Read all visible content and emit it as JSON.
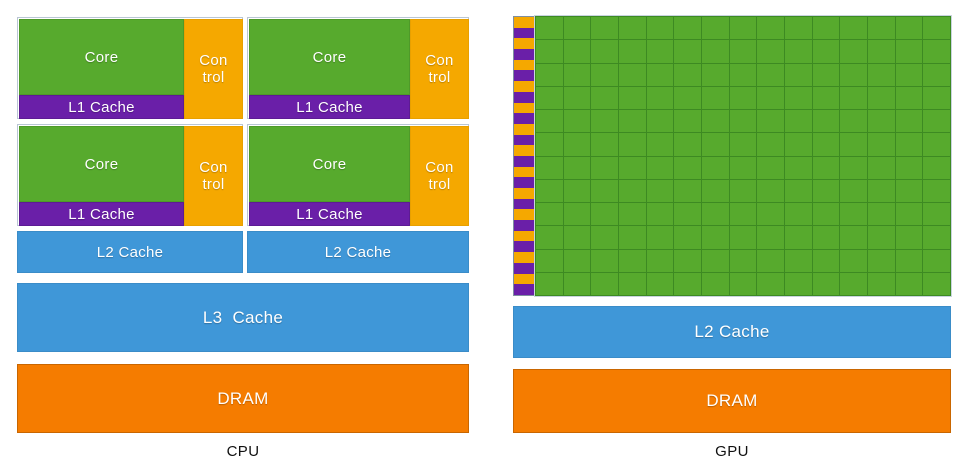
{
  "diagram": {
    "title_cpu": "CPU",
    "title_gpu": "GPU",
    "colors": {
      "core_green": "#57aa2d",
      "control_orange": "#f5a800",
      "l1_purple": "#6a1fa8",
      "cache_blue": "#3f97d8",
      "dram_orange": "#f57c00",
      "background": "#ffffff",
      "caption_text": "#111111"
    }
  },
  "cpu": {
    "caption": "CPU",
    "core_groups": [
      {
        "core_label": "Core",
        "control_label": "Con\ntrol",
        "l1_label": "L1 Cache"
      },
      {
        "core_label": "Core",
        "control_label": "Con\ntrol",
        "l1_label": "L1 Cache"
      },
      {
        "core_label": "Core",
        "control_label": "Con\ntrol",
        "l1_label": "L1 Cache"
      },
      {
        "core_label": "Core",
        "control_label": "Con\ntrol",
        "l1_label": "L1 Cache"
      }
    ],
    "l2_caches": [
      {
        "label": "L2 Cache"
      },
      {
        "label": "L2 Cache"
      }
    ],
    "l3_cache": {
      "label": "L3  Cache"
    },
    "dram": {
      "label": "DRAM"
    }
  },
  "gpu": {
    "caption": "GPU",
    "core_grid": {
      "columns": 15,
      "rows": 12,
      "total_cells": 180,
      "cell_label": ""
    },
    "control_strip": {
      "pairs": 13,
      "orange_label": "",
      "purple_label": ""
    },
    "l2_cache": {
      "label": "L2 Cache"
    },
    "dram": {
      "label": "DRAM"
    }
  }
}
